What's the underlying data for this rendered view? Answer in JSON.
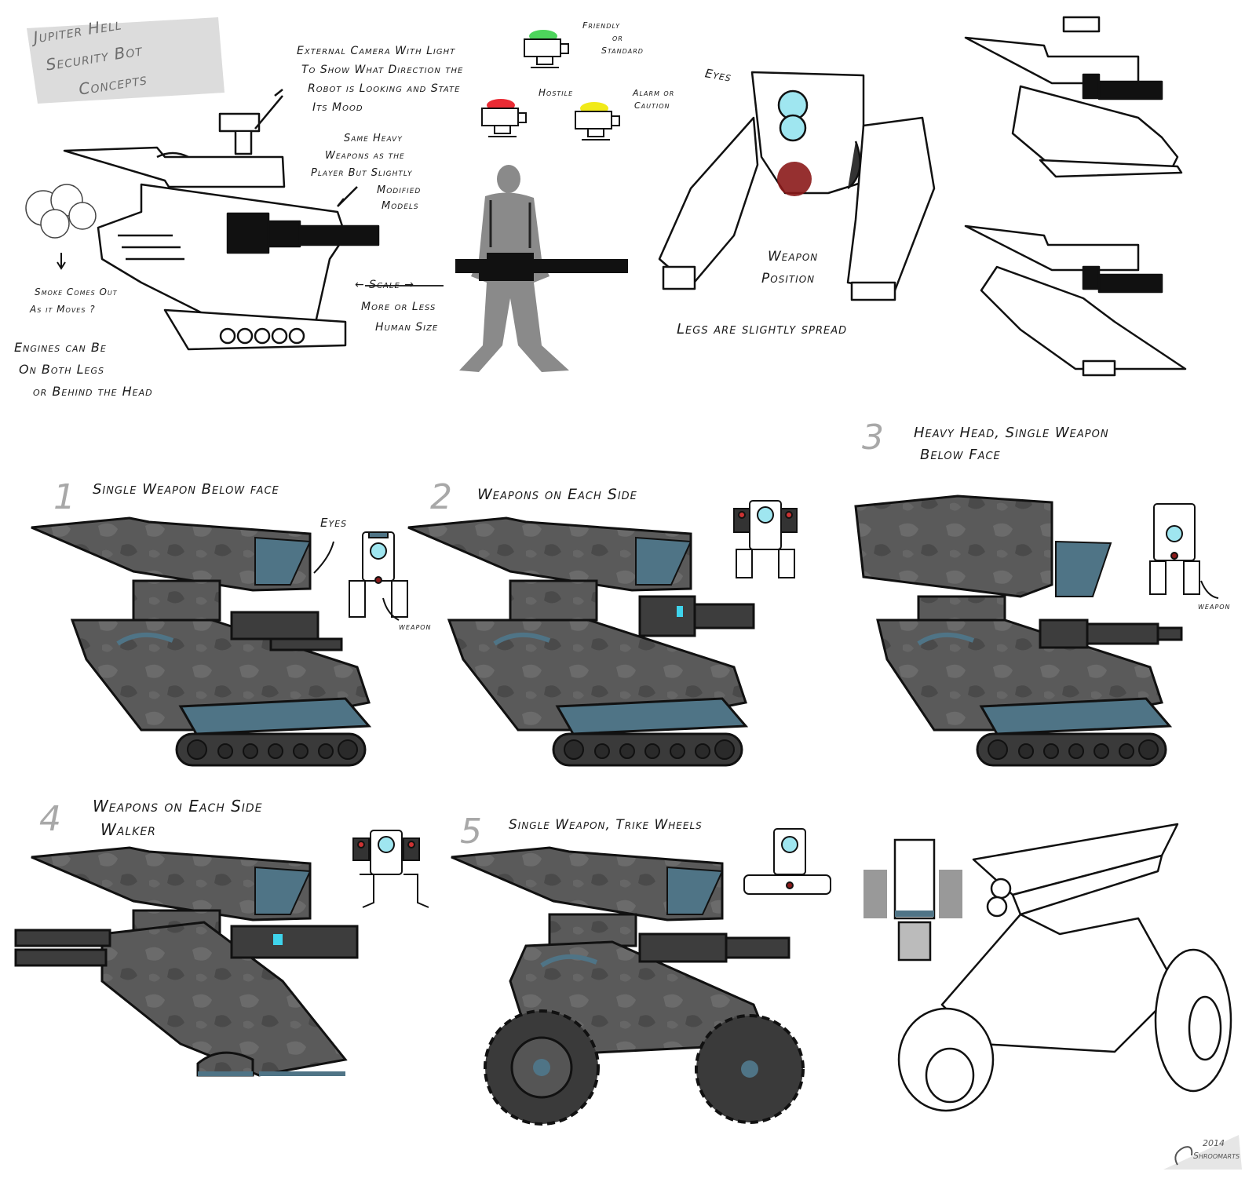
{
  "title": [
    "Jupiter Hell",
    "Security Bot",
    "Concepts"
  ],
  "annotations": {
    "camera": [
      "External Camera With Light",
      "To Show What Direction the",
      "Robot is Looking and State",
      "Its Mood"
    ],
    "weapons": [
      "Same Heavy",
      "Weapons as the",
      "Player But Slightly",
      "Modified",
      "Models"
    ],
    "smoke": [
      "Smoke Comes Out",
      "As it Moves ?"
    ],
    "engines": [
      "Engines can Be",
      "On Both Legs",
      "or Behind the Head"
    ],
    "scale": [
      "← Scale →",
      "More or Less",
      "Human Size"
    ],
    "friendly": [
      "Friendly",
      "or",
      "Standard"
    ],
    "hostile": "Hostile",
    "alarm": [
      "Alarm or",
      "Caution"
    ],
    "eyes_top": "Eyes",
    "weapon_position": [
      "Weapon",
      "Position"
    ],
    "legs_spread": "Legs are slightly spread",
    "eyes_v1": "Eyes",
    "weapon_v1": "weapon",
    "weapon_v3": "weapon"
  },
  "light_colors": {
    "friendly": "#2ecc40",
    "hostile": "#e8141e",
    "alarm": "#f0e800",
    "weapon_dot": "#8b1a1a"
  },
  "accent_color": "#4f7486",
  "variants": [
    {
      "number": "1",
      "label": "Single Weapon Below face"
    },
    {
      "number": "2",
      "label": "Weapons on Each Side"
    },
    {
      "number": "3",
      "label": [
        "Heavy Head, Single Weapon",
        "Below Face"
      ]
    },
    {
      "number": "4",
      "label": [
        "Weapons on Each Side",
        "Walker"
      ]
    },
    {
      "number": "5",
      "label": "Single Weapon, Trike Wheels"
    }
  ],
  "signature": [
    "2014",
    "Shroomarts"
  ]
}
